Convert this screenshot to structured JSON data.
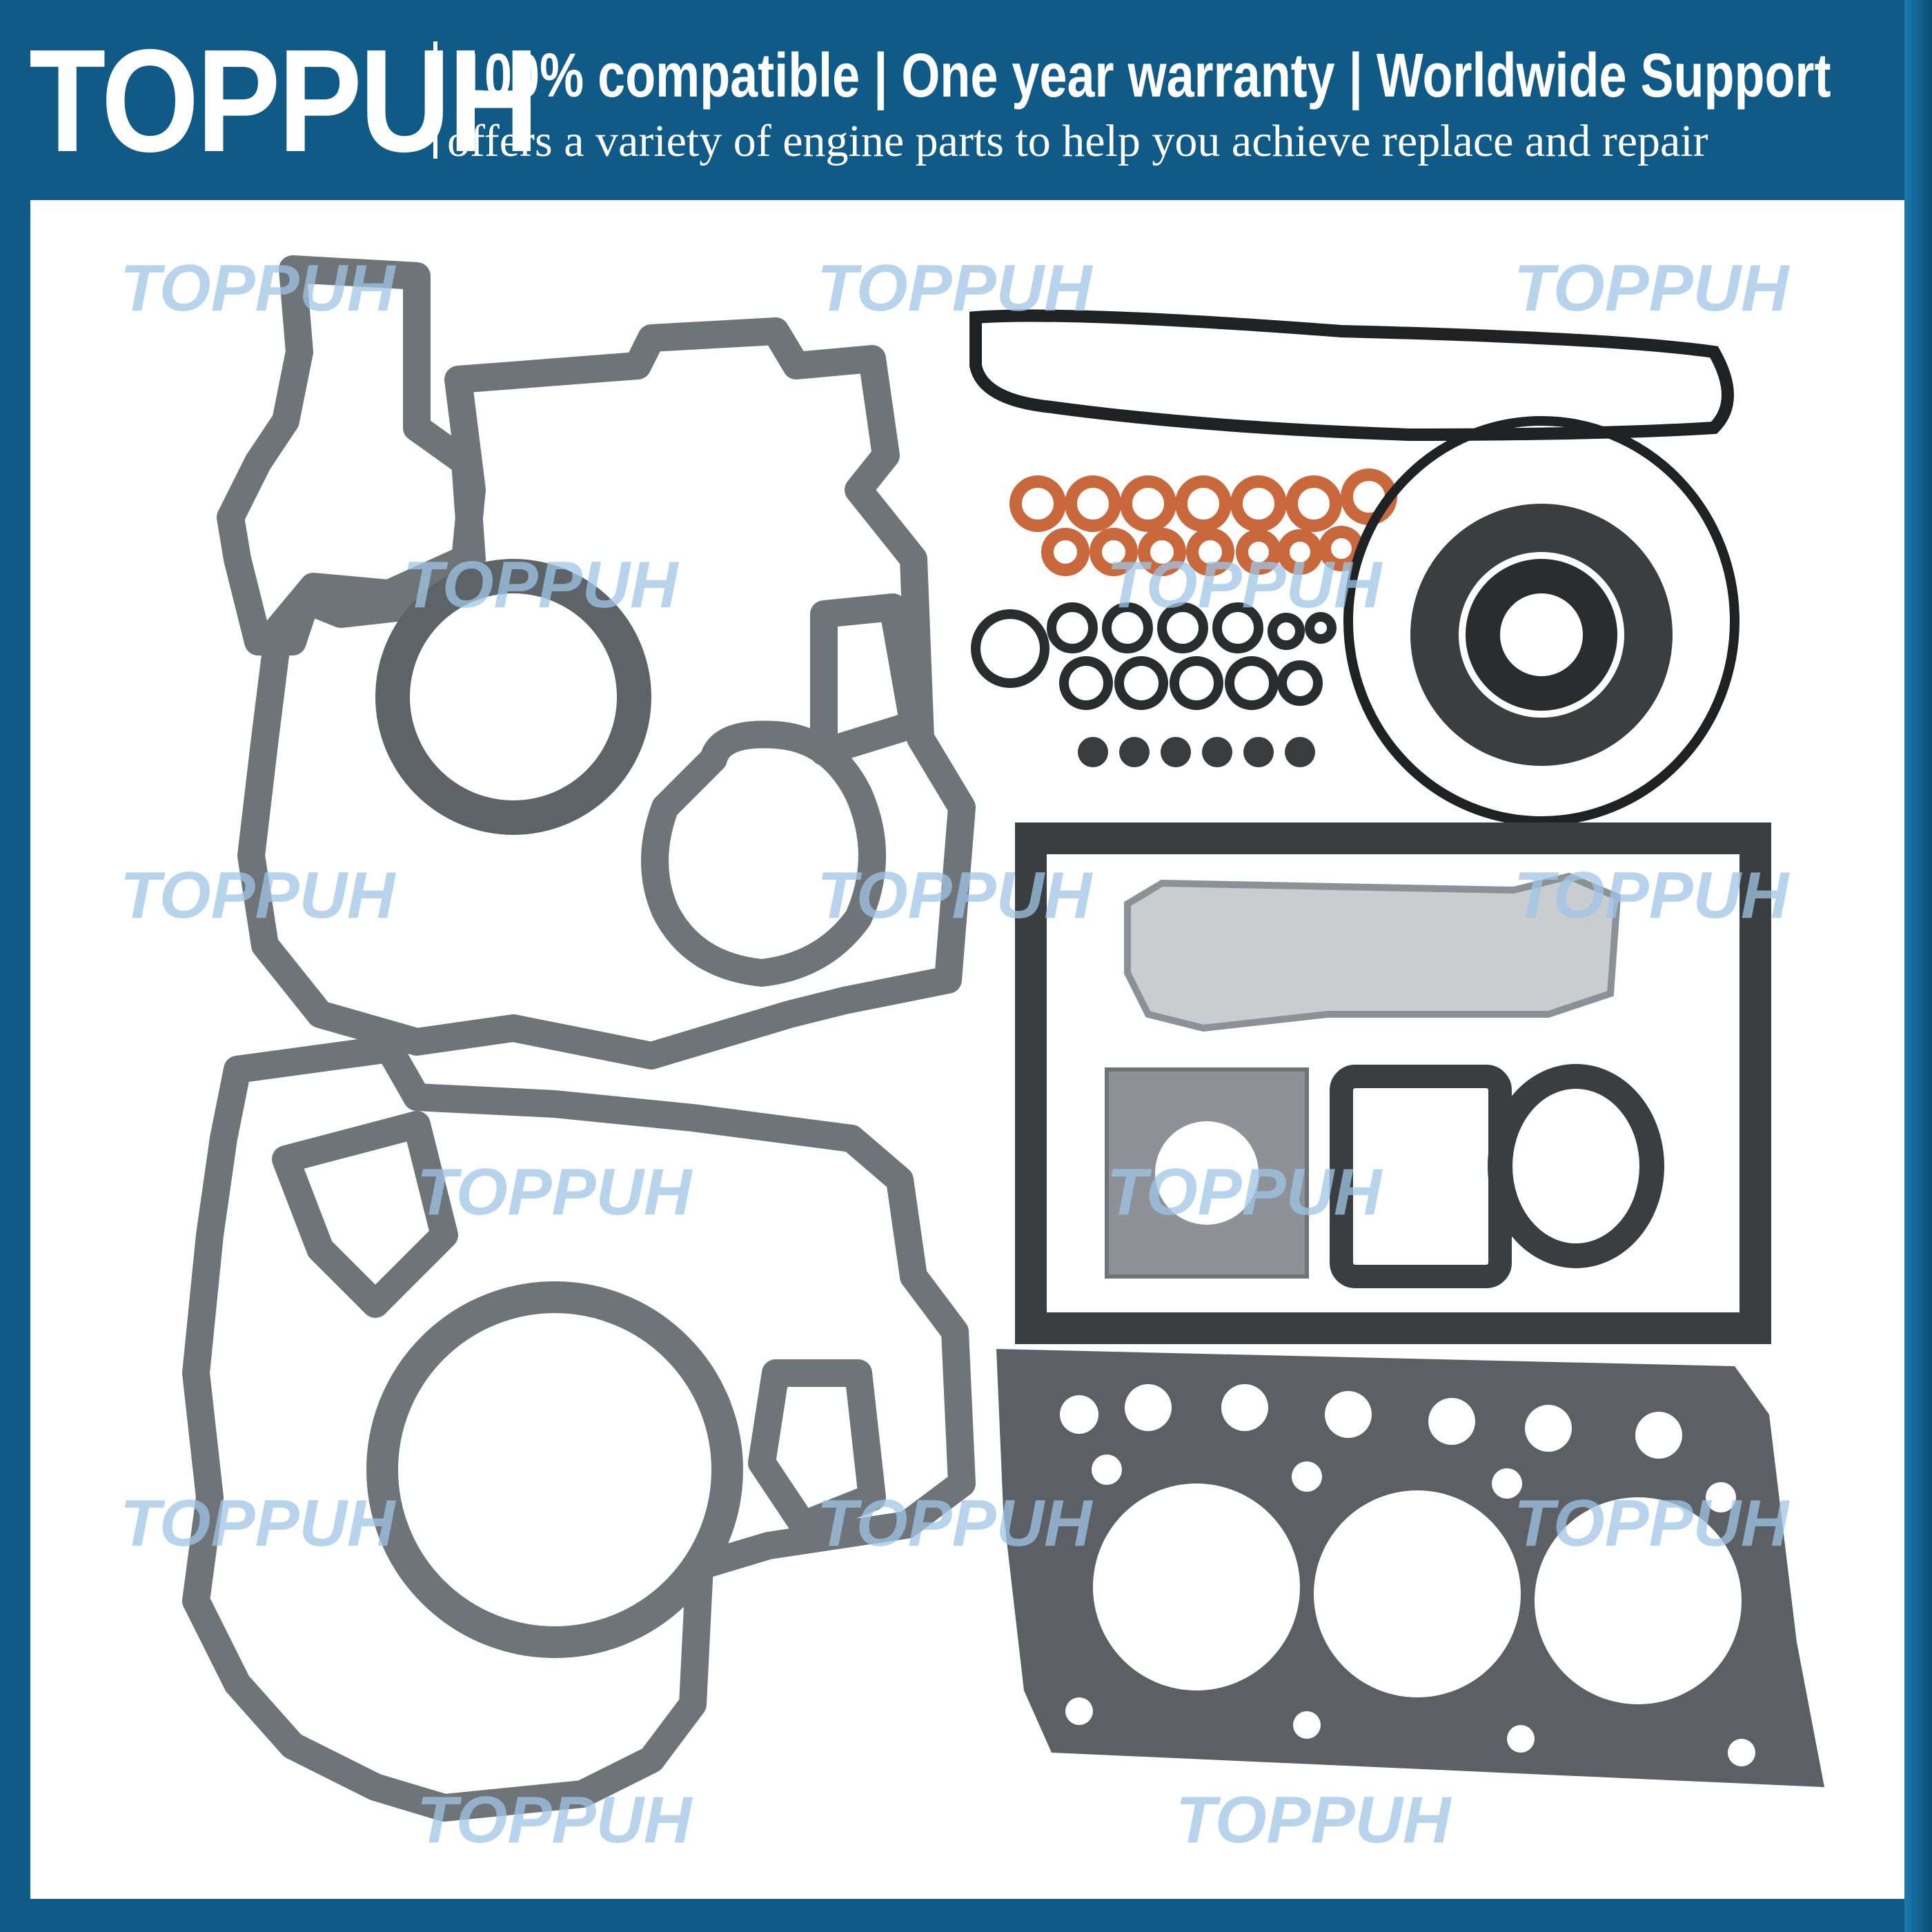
{
  "header": {
    "brand": "TOPPUH",
    "tagline": "100% compatible | One year warranty | Worldwide Support",
    "subline": "offers a variety of engine parts to help you achieve replace and repair"
  },
  "watermark": {
    "text": "TOPPUH"
  },
  "colors": {
    "frame": "#0f5a86",
    "gasket": "#6f7478",
    "copper": "#c8683c",
    "rubber": "#2a2c2e",
    "watermark": "#9fc6e6"
  }
}
